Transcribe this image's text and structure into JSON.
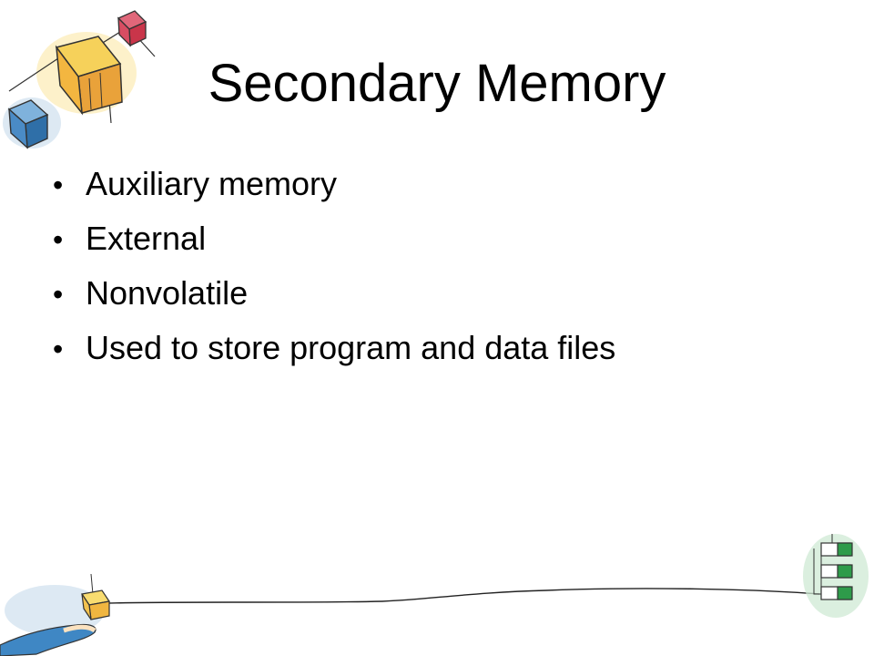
{
  "slide": {
    "title": "Secondary Memory",
    "bullets": [
      {
        "marker": "•",
        "text": "Auxiliary memory"
      },
      {
        "marker": "•",
        "text": "External"
      },
      {
        "marker": "•",
        "text": "Nonvolatile"
      },
      {
        "marker": "•",
        "text": "Used to store program and data files"
      }
    ]
  },
  "decorations": {
    "top_left": "cube-cluster-illustration",
    "bottom_left": "hand-holding-box-illustration",
    "bottom_right": "green-stacked-blocks-illustration",
    "bottom_line": "hand-drawn-connector-line"
  },
  "colors": {
    "text": "#000000",
    "background": "#ffffff",
    "accent_yellow": "#f6c343",
    "accent_orange": "#e08a1e",
    "accent_blue": "#3f87c4",
    "accent_red": "#c9354a",
    "accent_green": "#2e9b4a"
  }
}
